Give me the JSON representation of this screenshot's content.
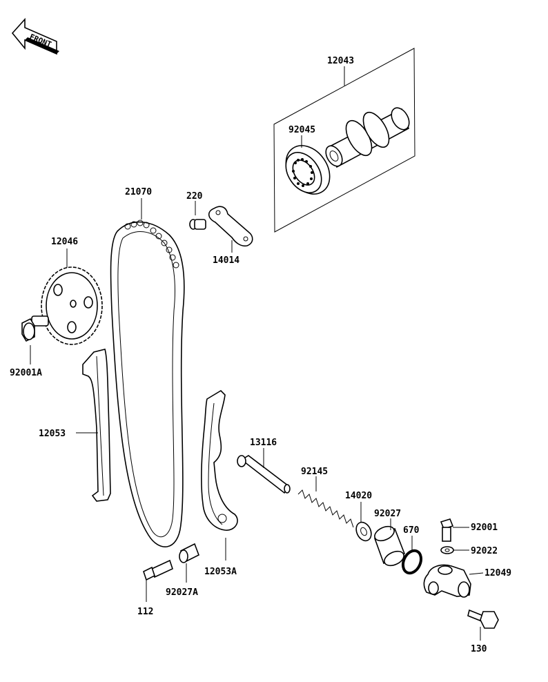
{
  "orientation_arrow": {
    "label": "FRONT",
    "icon": "front-arrow-icon"
  },
  "callouts": {
    "p12043": "12043",
    "p92045": "92045",
    "p21070": "21070",
    "p220": "220",
    "p14014": "14014",
    "p12046": "12046",
    "p92001A": "92001A",
    "p12053": "12053",
    "p13116": "13116",
    "p92145": "92145",
    "p14020": "14020",
    "p92027": "92027",
    "p670": "670",
    "p92001": "92001",
    "p92022": "92022",
    "p12049": "12049",
    "p12053A": "12053A",
    "p112": "112",
    "p92027A": "92027A",
    "p130": "130"
  }
}
